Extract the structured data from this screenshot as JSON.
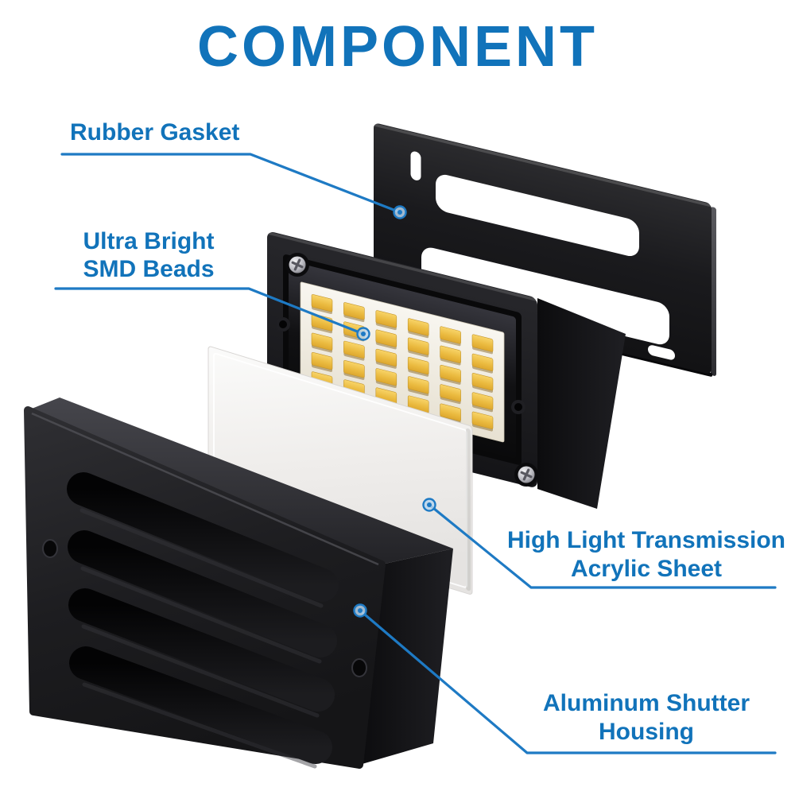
{
  "title": "COMPONENT",
  "colors": {
    "accent_text": "#1173ba",
    "leader_line": "#1e7ac4",
    "background": "#ffffff",
    "part_black": "#1b1b1d",
    "led_yellow": "#eebd43",
    "acrylic_white": "#f2f0ee"
  },
  "labels": {
    "rubber_gasket": "Rubber Gasket",
    "smd_line1": "Ultra Bright",
    "smd_line2": "SMD Beads",
    "acrylic_line1": "High Light Transmission",
    "acrylic_line2": "Acrylic Sheet",
    "housing_line1": "Aluminum Shutter",
    "housing_line2": "Housing"
  },
  "led_grid": {
    "rows": 5,
    "cols": 6
  }
}
